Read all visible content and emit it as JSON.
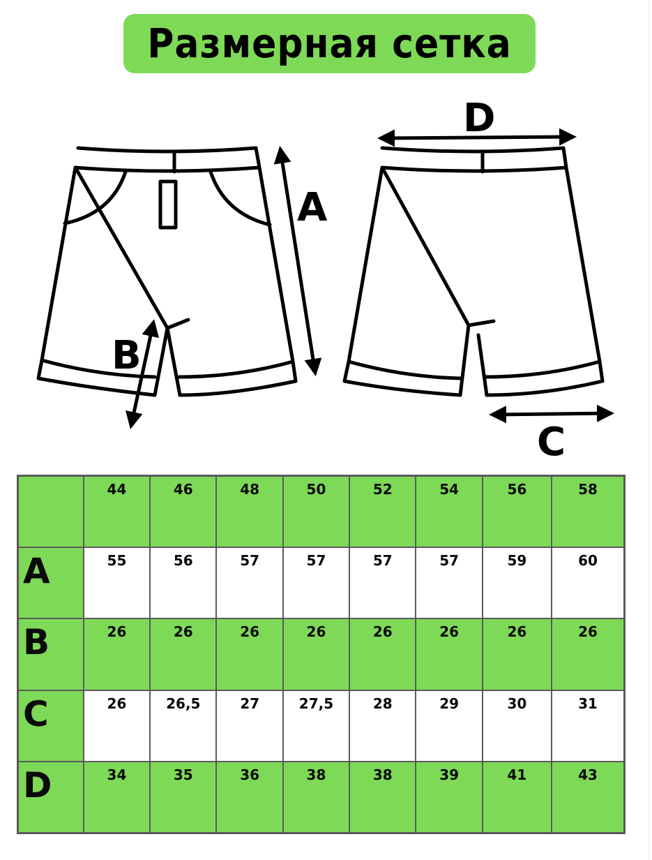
{
  "title": "Размерная сетка",
  "diagram": {
    "labels": {
      "a": "A",
      "b": "B",
      "c": "C",
      "d": "D"
    }
  },
  "colors": {
    "accent_green": "#7ed957",
    "grid_border": "#5a5a5a",
    "text": "#000000"
  },
  "table": {
    "header": [
      "44",
      "46",
      "48",
      "50",
      "52",
      "54",
      "56",
      "58"
    ],
    "rows": [
      {
        "label": "A",
        "values": [
          "55",
          "56",
          "57",
          "57",
          "57",
          "57",
          "59",
          "60"
        ]
      },
      {
        "label": "B",
        "values": [
          "26",
          "26",
          "26",
          "26",
          "26",
          "26",
          "26",
          "26"
        ]
      },
      {
        "label": "C",
        "values": [
          "26",
          "26,5",
          "27",
          "27,5",
          "28",
          "29",
          "30",
          "31"
        ]
      },
      {
        "label": "D",
        "values": [
          "34",
          "35",
          "36",
          "38",
          "38",
          "39",
          "41",
          "43"
        ]
      }
    ]
  }
}
